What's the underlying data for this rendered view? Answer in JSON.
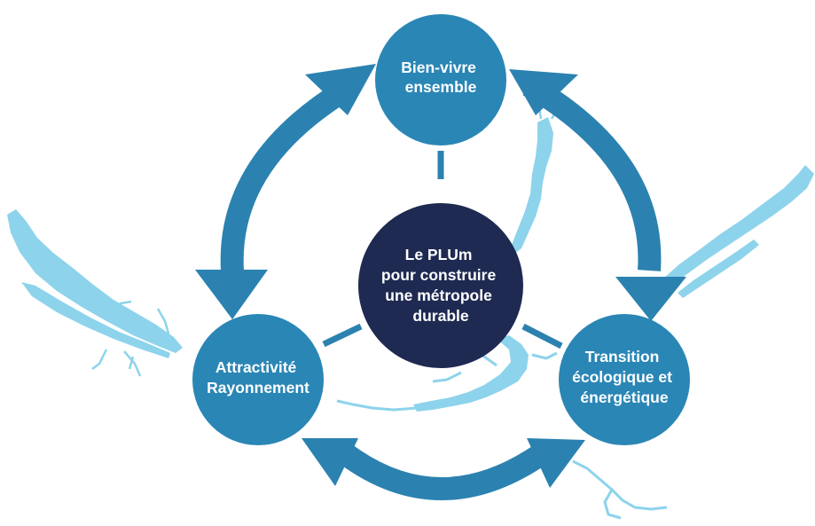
{
  "diagram": {
    "center": {
      "lines": [
        "Le PLUm",
        "pour construire",
        "une métropole",
        "durable"
      ],
      "color": "#1f2a52"
    },
    "nodes": {
      "top": {
        "lines": [
          "Bien-vivre",
          "ensemble"
        ],
        "color": "#2a86b5"
      },
      "left": {
        "lines": [
          "Attractivité",
          "Rayonnement"
        ],
        "color": "#2a86b5"
      },
      "right": {
        "lines": [
          "Transition",
          "écologique et",
          "énergétique"
        ],
        "color": "#2a86b5"
      }
    },
    "arrow_color": "#2b82b0",
    "connector_color": "#2b82b0",
    "river_color": "#8dd3ec"
  }
}
